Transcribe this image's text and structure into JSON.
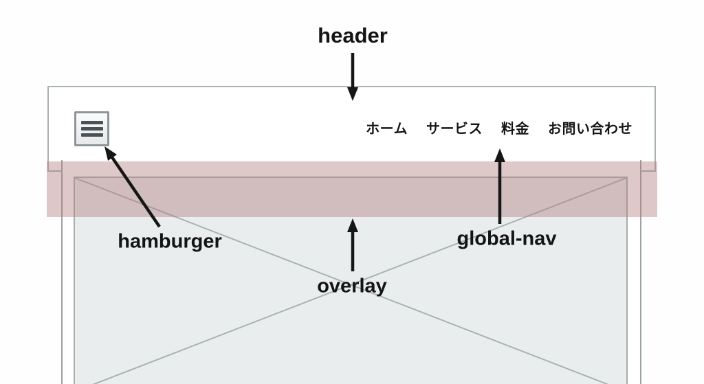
{
  "annotations": {
    "header": "header",
    "hamburger": "hamburger",
    "global_nav": "global-nav",
    "overlay": "overlay"
  },
  "wireframe": {
    "nav_items": [
      "ホーム",
      "サービス",
      "料金",
      "お問い合わせ"
    ],
    "icons": {
      "hamburger": "hamburger-menu-icon",
      "hero": "image-placeholder-x-icon"
    }
  },
  "colors": {
    "overlay_pink": "#B07B7B",
    "overlay_pink_fill": "rgba(176,123,123,0.42)",
    "outer_frame_border": "#A9B1B1",
    "header_bar_border": "#596366",
    "page_body_border": "#9AA2A4",
    "placeholder_fill": "#E9EDED",
    "placeholder_border": "#A6AEAE",
    "placeholder_diagonal": "#AAB2B4",
    "hamburger_bar": "#4A5256",
    "annotation_text": "#141414",
    "arrow": "#161616",
    "nav_text": "#161616"
  }
}
